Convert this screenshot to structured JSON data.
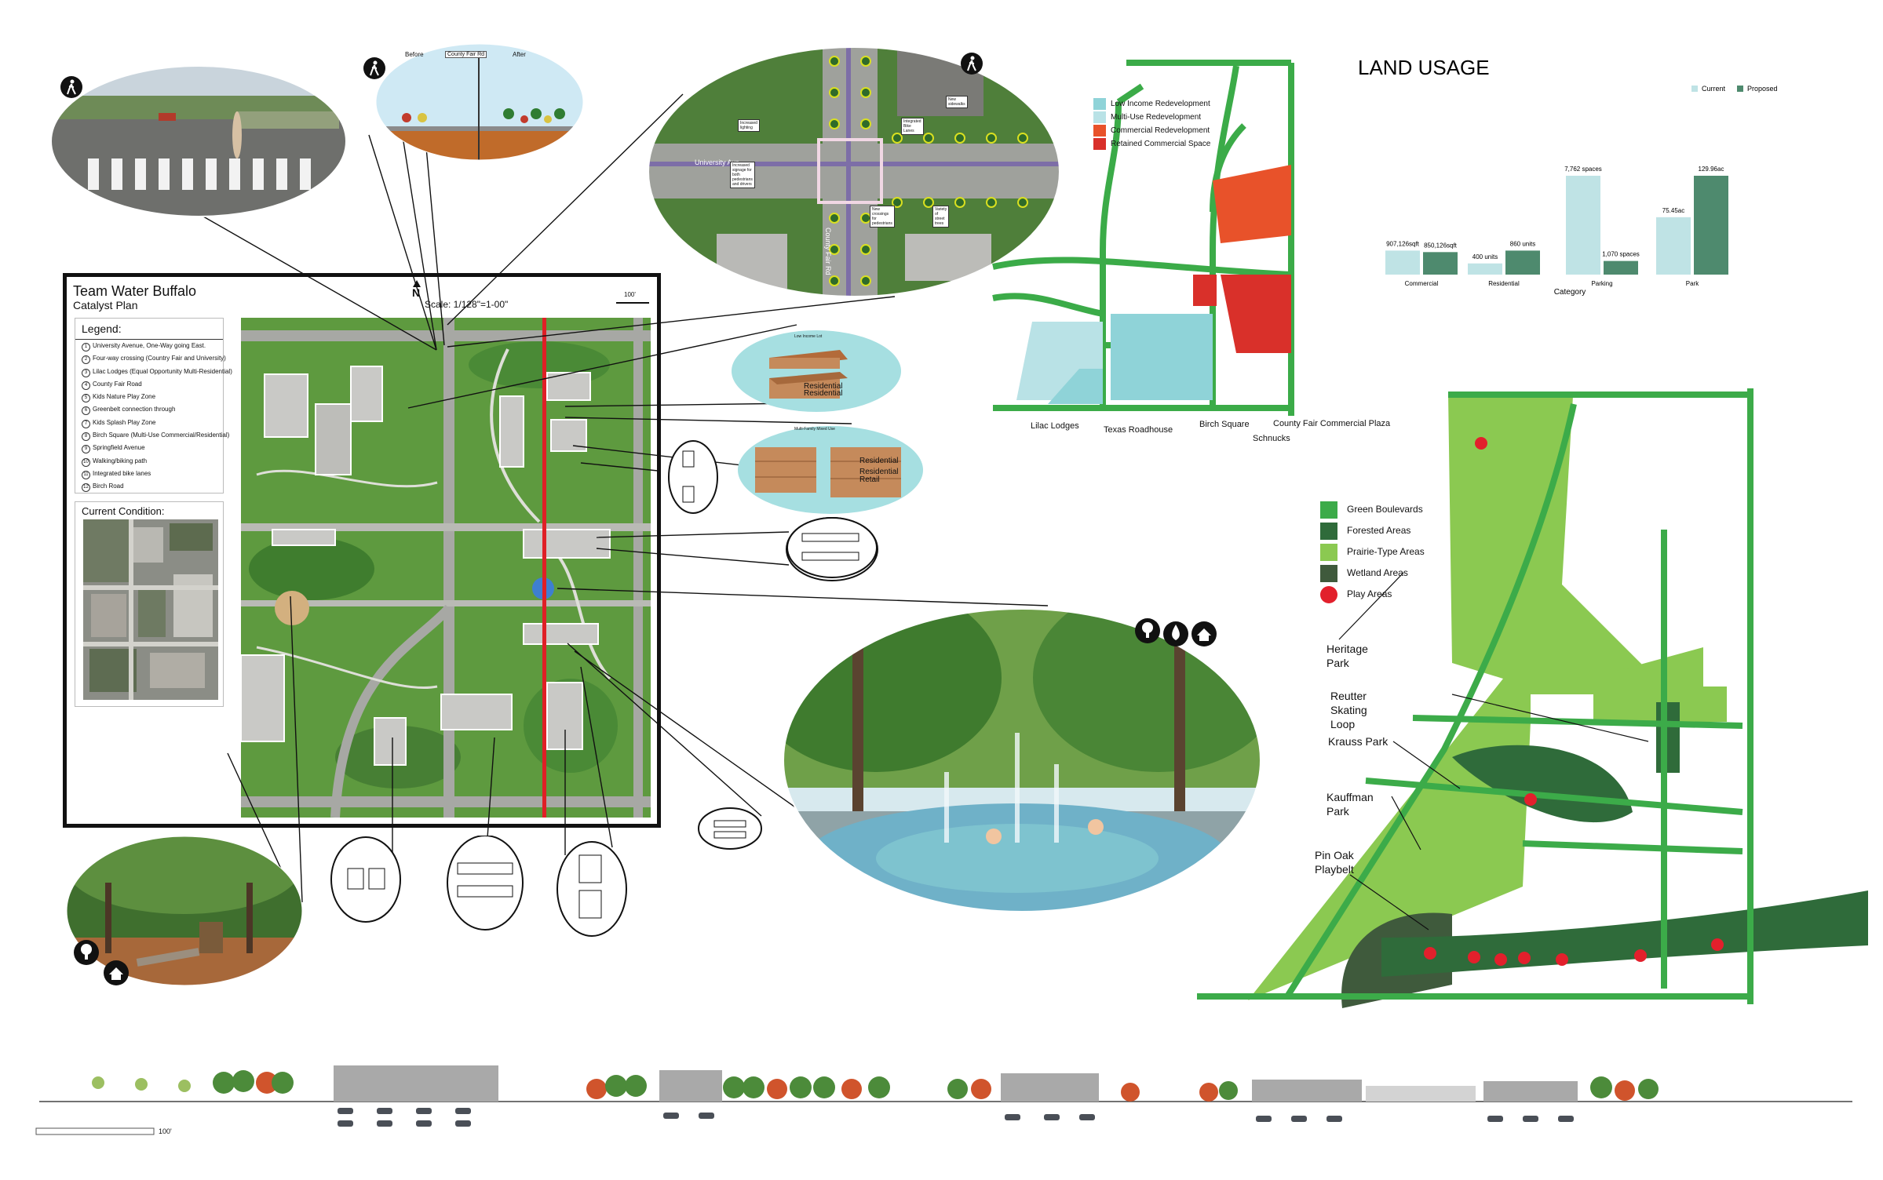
{
  "plan": {
    "title": "Team Water Buffalo",
    "subtitle": "Catalyst Plan",
    "north": "N",
    "scale": "Scale: 1/128\"=1-00\"",
    "scale_bar_label": "100'",
    "legend_title": "Legend:",
    "legend_items": [
      {
        "num": "1",
        "label": "University Avenue, One-Way going East."
      },
      {
        "num": "2",
        "label": "Four-way crossing (Country Fair and University)"
      },
      {
        "num": "3",
        "label": "Lilac Lodges (Equal Opportunity Multi-Residential)"
      },
      {
        "num": "4",
        "label": "County Fair Road"
      },
      {
        "num": "5",
        "label": "Kids Nature Play Zone"
      },
      {
        "num": "6",
        "label": "Greenbelt connection through"
      },
      {
        "num": "7",
        "label": "Kids Splash Play Zone"
      },
      {
        "num": "8",
        "label": "Birch Square (Multi-Use Commercial/Residential)"
      },
      {
        "num": "9",
        "label": "Springfield Avenue"
      },
      {
        "num": "10",
        "label": "Walking/biking path"
      },
      {
        "num": "11",
        "label": "Integrated bike lanes"
      },
      {
        "num": "12",
        "label": "Birch Road"
      }
    ],
    "current_condition_label": "Current Condition:"
  },
  "street_section": {
    "before_label": "Before",
    "road_label": "County Fair Rd",
    "after_label": "After"
  },
  "intersection": {
    "street_label": "University Ave",
    "street2_label": "County Fair Rd",
    "callouts": [
      "Increased lighting",
      "Integrated Bike Lanes",
      "New sidewalks",
      "Increased signage for both pedestrians and drivers",
      "New crossings for pedestrians",
      "Variety of street trees"
    ]
  },
  "buildings": {
    "low_income": "Low Income Lot",
    "residential_1": "Residential",
    "residential_2": "Residential",
    "multi_family": "Multi-Family Mixed Use",
    "res_a": "Residential",
    "res_b": "Residential",
    "retail": "Retail"
  },
  "redevelopment_map": {
    "legend": [
      {
        "label": "Low Income Redevelopment",
        "color": "#8fd3d8"
      },
      {
        "label": "Multi-Use Redevelopment",
        "color": "#b9e2e6"
      },
      {
        "label": "Commercial Redevelopment",
        "color": "#e8522a"
      },
      {
        "label": "Retained Commercial Space",
        "color": "#d9302a"
      }
    ],
    "labels": [
      "Lilac Lodges",
      "Texas Roadhouse",
      "Birch Square",
      "Schnucks",
      "County Fair Commercial Plaza"
    ]
  },
  "chart_data": {
    "type": "bar",
    "title": "LAND USAGE",
    "xlabel": "Category",
    "categories": [
      "Commercial",
      "Residential",
      "Parking",
      "Park"
    ],
    "series": [
      {
        "name": "Current",
        "values": [
          907126,
          400,
          7762,
          75.45
        ],
        "labels": [
          "907,126sqft",
          "400 units",
          "7,762 spaces",
          "75.45ac"
        ],
        "color": "#bfe3e5"
      },
      {
        "name": "Proposed",
        "values": [
          850126,
          860,
          1070,
          129.96
        ],
        "labels": [
          "850,126sqft",
          "860 units",
          "1,070 spaces",
          "129.96ac"
        ],
        "color": "#4e8a6e"
      }
    ]
  },
  "green_map": {
    "legend": [
      {
        "label": "Green Boulevards",
        "color": "#3cab49"
      },
      {
        "label": "Forested Areas",
        "color": "#2f6b3a"
      },
      {
        "label": "Prairie-Type Areas",
        "color": "#8bc951"
      },
      {
        "label": "Wetland Areas",
        "color": "#3f5a3c"
      },
      {
        "label": "Play Areas",
        "color": "#e2202c"
      }
    ],
    "labels": [
      "Heritage Park",
      "Reutter Skating Loop",
      "Krauss Park",
      "Kauffman Park",
      "Pin Oak Playbelt"
    ]
  },
  "section_scale": "100'",
  "icons": [
    "pedestrian-icon",
    "tree-icon",
    "water-drop-icon",
    "home-icon"
  ]
}
